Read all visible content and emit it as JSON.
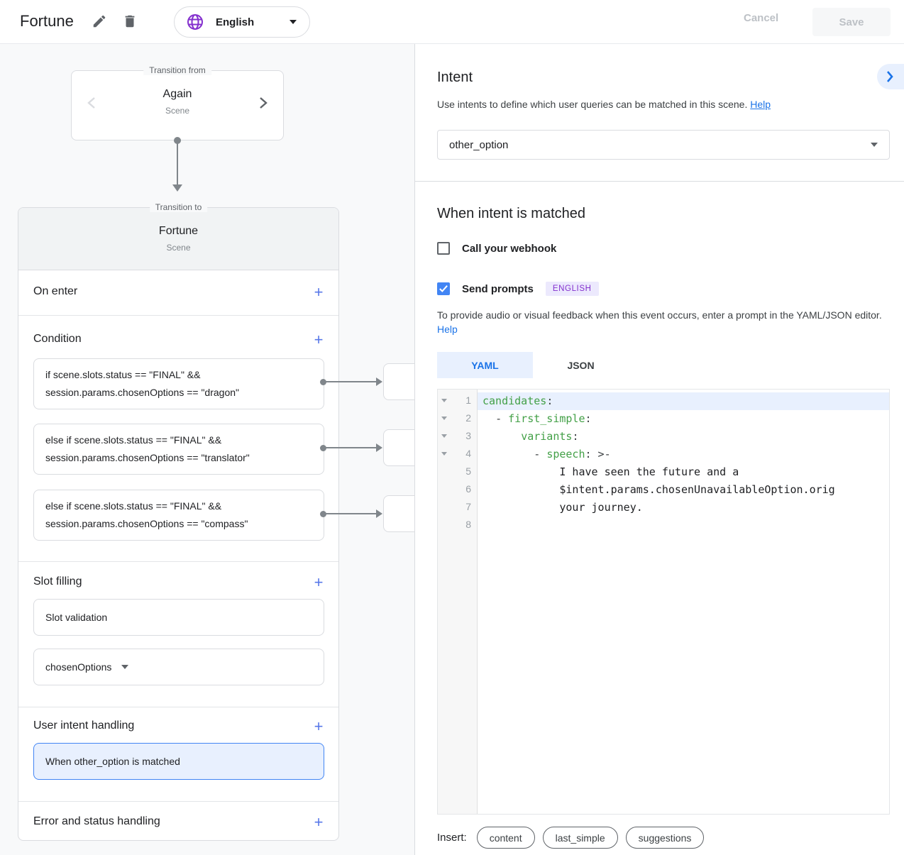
{
  "colors": {
    "accent": "#1a73e8",
    "plus": "#5878e8",
    "checkbox": "#4285f4",
    "highlight": "#e8f0fe",
    "badge-bg": "#ece9fd",
    "badge-text": "#8430ce",
    "globe": "#8430ce",
    "code-key": "#43a047",
    "connector": "#80868b",
    "text-primary": "#202124"
  },
  "topbar": {
    "title": "Fortune",
    "language": "English",
    "cancel_label": "Cancel",
    "save_label": "Save"
  },
  "graph": {
    "from_card": {
      "legend": "Transition from",
      "name": "Again",
      "type": "Scene"
    },
    "to_card": {
      "legend": "Transition to",
      "name": "Fortune",
      "type": "Scene"
    },
    "sections": {
      "on_enter": "On enter",
      "condition": "Condition",
      "slot_filling": "Slot filling",
      "user_intent_handling": "User intent handling",
      "error_handling": "Error and status handling"
    },
    "conditions": [
      {
        "line1": "if scene.slots.status == \"FINAL\" &&",
        "line2": "session.params.chosenOptions == \"dragon\""
      },
      {
        "line1": "else if scene.slots.status == \"FINAL\" &&",
        "line2": "session.params.chosenOptions == \"translator\""
      },
      {
        "line1": "else if scene.slots.status == \"FINAL\" &&",
        "line2": "session.params.chosenOptions == \"compass\""
      }
    ],
    "slot_validation_label": "Slot validation",
    "slot_param": "chosenOptions",
    "intent_handler": "When other_option is matched"
  },
  "intent_panel": {
    "title": "Intent",
    "description": "Use intents to define which user queries can be matched in this scene. ",
    "help_link": "Help",
    "selected_intent": "other_option",
    "matched_heading": "When intent is matched",
    "webhook_label": "Call your webhook",
    "send_prompts_label": "Send prompts",
    "language_badge": "ENGLISH",
    "editor_hint": "To provide audio or visual feedback when this event occurs, enter a prompt in the YAML/JSON editor. ",
    "hint_help_link": "Help",
    "tabs": [
      {
        "label": "YAML"
      },
      {
        "label": "JSON"
      }
    ],
    "insert_label": "Insert:",
    "insert_chips": [
      "content",
      "last_simple",
      "suggestions"
    ]
  },
  "editor": {
    "lines": [
      {
        "num": "1",
        "seg": [
          "candidates",
          ":"
        ]
      },
      {
        "num": "2",
        "seg": [
          "  ",
          "- ",
          "first_simple",
          ":"
        ]
      },
      {
        "num": "3",
        "seg": [
          "      ",
          "variants",
          ":"
        ]
      },
      {
        "num": "4",
        "seg": [
          "        ",
          "- ",
          "speech",
          ": >-"
        ]
      },
      {
        "num": "5",
        "seg": [
          "            I have seen the future and a"
        ]
      },
      {
        "num": "6",
        "seg": [
          "            $intent.params.chosenUnavailableOption.orig"
        ]
      },
      {
        "num": "7",
        "seg": [
          "            your journey."
        ]
      },
      {
        "num": "8",
        "seg": [
          ""
        ]
      }
    ]
  }
}
